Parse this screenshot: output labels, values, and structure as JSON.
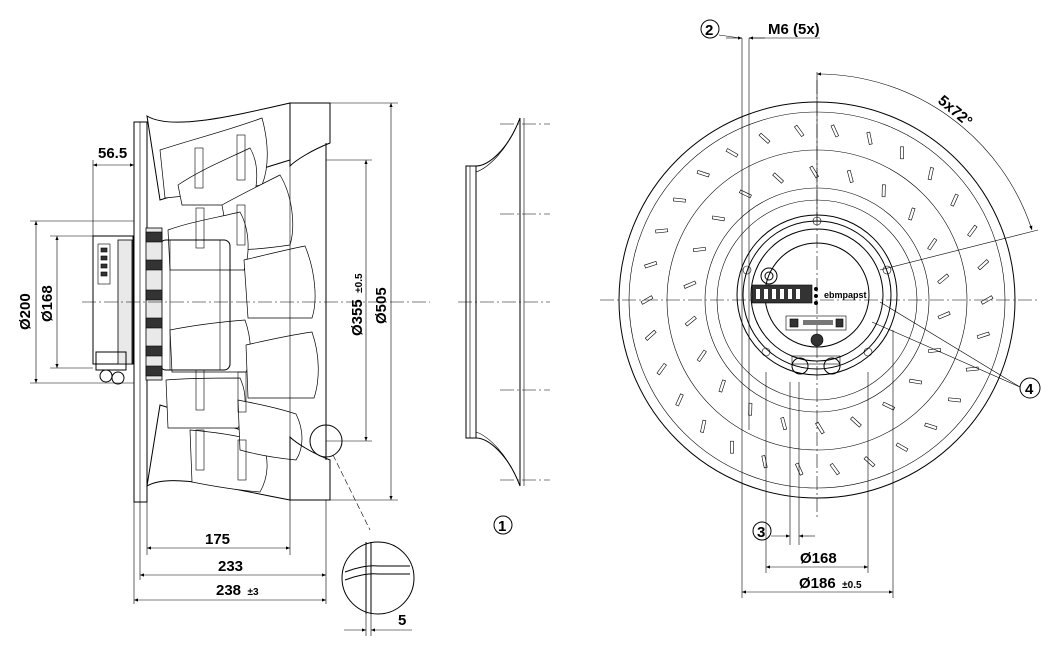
{
  "side_view": {
    "dim_hub_offset": "56.5",
    "dim_flange_dia": "Ø200",
    "dim_motor_dia": "Ø168",
    "dim_inlet_dia": "Ø355",
    "dim_inlet_tol": "±0.5",
    "dim_outer_dia": "Ø505",
    "dim_depth_175": "175",
    "dim_depth_233": "233",
    "dim_overall_depth": "238",
    "dim_overall_tol": "±3",
    "dim_detail_5": "5"
  },
  "inlet_ring": {
    "callout_1": "1"
  },
  "front_view": {
    "callout_2": "2",
    "callout_3": "3",
    "callout_4": "4",
    "dim_thread": "M6 (5x)",
    "dim_angle": "5x72°",
    "dim_bolt_circle_168": "Ø168",
    "dim_bolt_circle_186": "Ø186",
    "dim_bolt_circle_tol": "±0.5",
    "brand_label": "ebmpapst"
  }
}
